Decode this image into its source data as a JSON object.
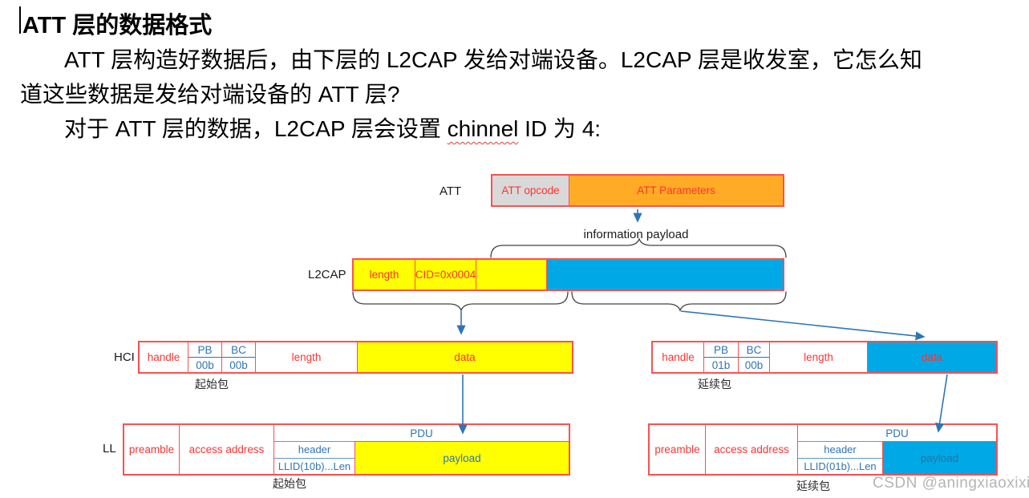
{
  "document": {
    "title": "ATT 层的数据格式",
    "paragraph1_line1": "ATT 层构造好数据后，由下层的 L2CAP 发给对端设备。L2CAP 层是收发室，它怎么知",
    "paragraph1_line2": "道这些数据是发给对端设备的 ATT 层?",
    "paragraph2_prefix": "对于 ATT 层的数据，L2CAP 层会设置 ",
    "paragraph2_misspelled_word": "chinnel",
    "paragraph2_suffix": " ID 为 4:"
  },
  "diagram": {
    "att_row": {
      "layer_label": "ATT",
      "opcode": "ATT opcode",
      "parameters": "ATT Parameters"
    },
    "information_payload_label": "information payload",
    "l2cap_row": {
      "layer_label": "L2CAP",
      "length": "length",
      "cid": "CID=0x0004"
    },
    "hci_start": {
      "layer_label": "HCI",
      "handle": "handle",
      "pb_label": "PB",
      "pb_value": "00b",
      "bc_label": "BC",
      "bc_value": "00b",
      "length": "length",
      "data": "data",
      "caption": "起始包"
    },
    "hci_cont": {
      "handle": "handle",
      "pb_label": "PB",
      "pb_value": "01b",
      "bc_label": "BC",
      "bc_value": "00b",
      "length": "length",
      "data": "data",
      "caption": "延续包"
    },
    "ll_start": {
      "layer_label": "LL",
      "preamble": "preamble",
      "access_address": "access address",
      "pdu": "PDU",
      "header": "header",
      "llid": "LLID(10b)...Len",
      "payload": "payload",
      "caption": "起始包"
    },
    "ll_cont": {
      "preamble": "preamble",
      "access_address": "access address",
      "pdu": "PDU",
      "header": "header",
      "llid": "LLID(01b)...Len",
      "payload": "payload",
      "caption": "延续包"
    }
  },
  "watermark": "CSDN @aningxiaoxixi",
  "colors": {
    "box_border_red": "#ff4f4f",
    "text_red": "#ff3333",
    "text_blue": "#2e75b6",
    "fill_yellow": "#ffff00",
    "fill_blue": "#00a8e6",
    "fill_orange": "#ffab26",
    "fill_gray": "#d9d9d9",
    "arrow_blue": "#2e75b6",
    "brace_gray": "#444444"
  }
}
